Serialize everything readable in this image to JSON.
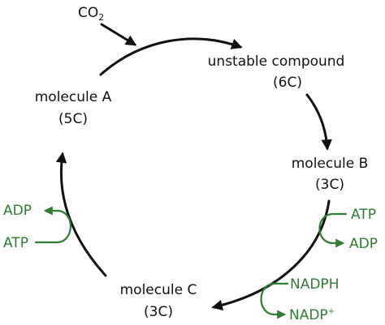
{
  "nodes": {
    "co2": {
      "base": "CO",
      "subscript": "2"
    },
    "unstable": {
      "name": "unstable compound",
      "carbons": "(6C)"
    },
    "molecule_a": {
      "name": "molecule A",
      "carbons": "(5C)"
    },
    "molecule_b": {
      "name": "molecule B",
      "carbons": "(3C)"
    },
    "molecule_c": {
      "name": "molecule C",
      "carbons": "(3C)"
    }
  },
  "cofactors": {
    "left_out": "ADP",
    "left_in": "ATP",
    "right_in": "ATP",
    "right_out": "ADP",
    "nadph": "NADPH",
    "nadp_base": "NADP",
    "nadp_sup": "+"
  },
  "colors": {
    "main": "#111111",
    "cofactor": "#2e7d32",
    "background": "#ffffff"
  }
}
